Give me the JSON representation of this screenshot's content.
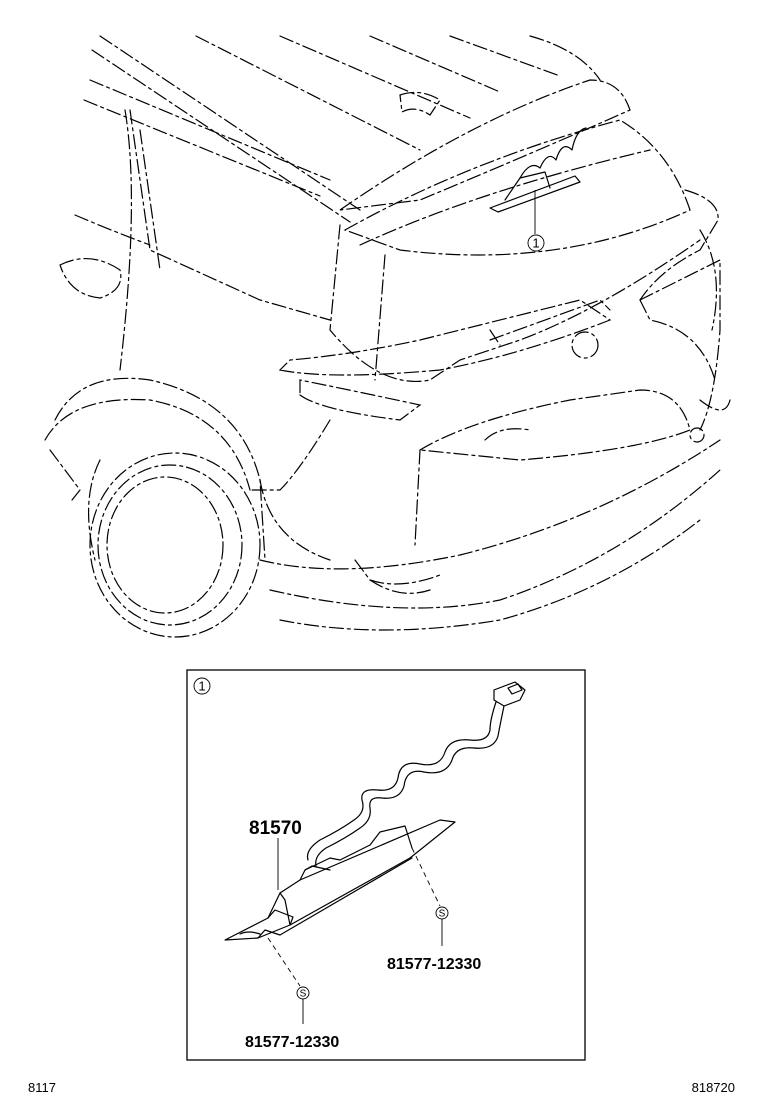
{
  "callouts": {
    "main_view": "1",
    "detail_box": "1"
  },
  "parts": {
    "main_part": "81570",
    "screw_right": "81577-12330",
    "screw_left": "81577-12330",
    "screw_symbol_right": "S",
    "screw_symbol_left": "S"
  },
  "footer": {
    "left_code": "8117",
    "right_code": "818720"
  }
}
